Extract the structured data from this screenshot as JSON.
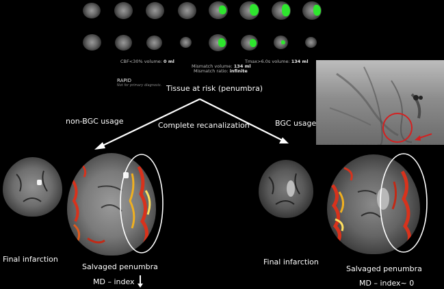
{
  "perfusion": {
    "cbf_label": "CBF<30% volume:",
    "cbf_value": "0 ml",
    "tmax_label": "Tmax>6.0s volume:",
    "tmax_value": "134 ml",
    "mismatch_volume_label": "Mismatch volume:",
    "mismatch_volume_value": "134 ml",
    "mismatch_ratio_label": "Mismatch ratio:",
    "mismatch_ratio_value": "infinite",
    "rapid_title": "RAPID",
    "rapid_disclaimer": "Not for primary diagnosis."
  },
  "diagram": {
    "tissue_at_risk": "Tissue at risk (penumbra)",
    "left_branch": "non-BGC usage",
    "center_label": "Complete recanalization",
    "right_branch": "BGC usage"
  },
  "captions": {
    "left_final": "Final infarction",
    "left_salvaged": "Salvaged penumbra",
    "left_md": "MD – index",
    "right_final": "Final infarction",
    "right_salvaged": "Salvaged penumbra",
    "right_md": "MD – index~ 0"
  },
  "colors": {
    "lesion": "#2ee62e",
    "penumbra_map": "#d8321c",
    "ellipse": "#ffffff",
    "angio_marker": "#d42020"
  }
}
